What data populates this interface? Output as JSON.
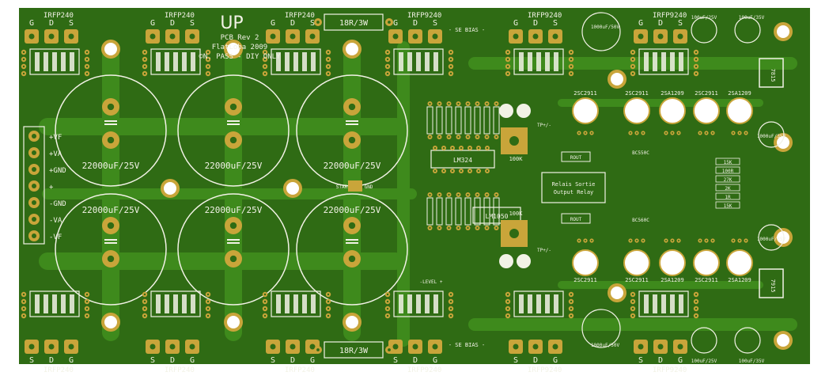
{
  "board": {
    "colors": {
      "background": "#ffffff",
      "solder_mask": "#2f6b14",
      "copper_trace": "#3e8a1c",
      "copper_pad": "#c9a53a",
      "silkscreen": "#f2f2e6",
      "hole": "#ffffff"
    },
    "logo": "UP",
    "header_lines": [
      "PCB Rev 2",
      "FlatLoba 2009",
      "©N. PASS - DIY ONLY"
    ],
    "mosfet_labels": {
      "top": [
        "IRFP240",
        "IRFP240",
        "IRFP240",
        "IRFP9240",
        "IRFP9240",
        "IRFP9240"
      ],
      "bottom": [
        "IRFP240",
        "IRFP240",
        "IRFP240",
        "IRFP9240",
        "IRFP9240",
        "IRFP9240"
      ]
    },
    "pin_labels_top": [
      "G",
      "D",
      "S"
    ],
    "pin_labels_bottom": [
      "S",
      "D",
      "G"
    ],
    "resistor_labels": [
      "18R/3W",
      "18R/3W"
    ],
    "bias_labels": [
      "- SE BIAS -",
      "- SE BIAS -"
    ],
    "capacitor_label": "22000uF/25V",
    "small_caps": [
      "1000uF/50V",
      "1000uF/50V",
      "100uF/25V",
      "100uF/35V",
      "100uF/25V",
      "100uF/35V",
      "1000uF/35V",
      "1000uF/35V"
    ],
    "power_terminals": [
      "+VF",
      "+VA",
      "+GND",
      "+",
      "-GND",
      "-VA",
      "-VF"
    ],
    "ic_labels": [
      "LM324",
      "LM1050"
    ],
    "transistor_labels": [
      "2SC2911",
      "2SC2911",
      "2SA1209",
      "2SC2911",
      "2SA1209",
      "2SC2911",
      "2SC2911",
      "2SA1209",
      "2SC2911",
      "2SA1209"
    ],
    "relay_text": [
      "Relais Sortie",
      "Output Relay"
    ],
    "regulator_labels": [
      "7815",
      "7915"
    ],
    "misc_labels": [
      "100K",
      "100K",
      "ROUT",
      "ROUT",
      "TP+/-",
      "TP+/-",
      "BC550C",
      "BC560C",
      "-LEVEL +",
      "STAR",
      "GND"
    ],
    "resistor_codes": [
      "15K",
      "100R",
      "27K",
      "2K",
      "1R"
    ]
  }
}
